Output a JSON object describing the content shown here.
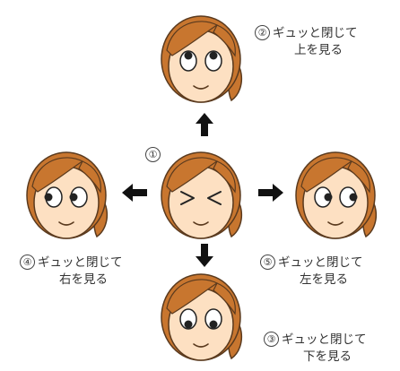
{
  "center": {
    "number": "①"
  },
  "faces": {
    "up": {
      "number": "②",
      "line1": "ギュッと閉じて",
      "line2": "上を見る"
    },
    "right": {
      "number": "④",
      "line1": "ギュッと閉じて",
      "line2": "右を見る"
    },
    "left": {
      "number": "⑤",
      "line1": "ギュッと閉じて",
      "line2": "左を見る"
    },
    "down": {
      "number": "③",
      "line1": "ギュッと閉じて",
      "line2": "下を見る"
    }
  },
  "colors": {
    "hair": "#c8762f",
    "skin": "#fde0c2",
    "outline": "#5a3a1e",
    "ink": "#222222"
  }
}
